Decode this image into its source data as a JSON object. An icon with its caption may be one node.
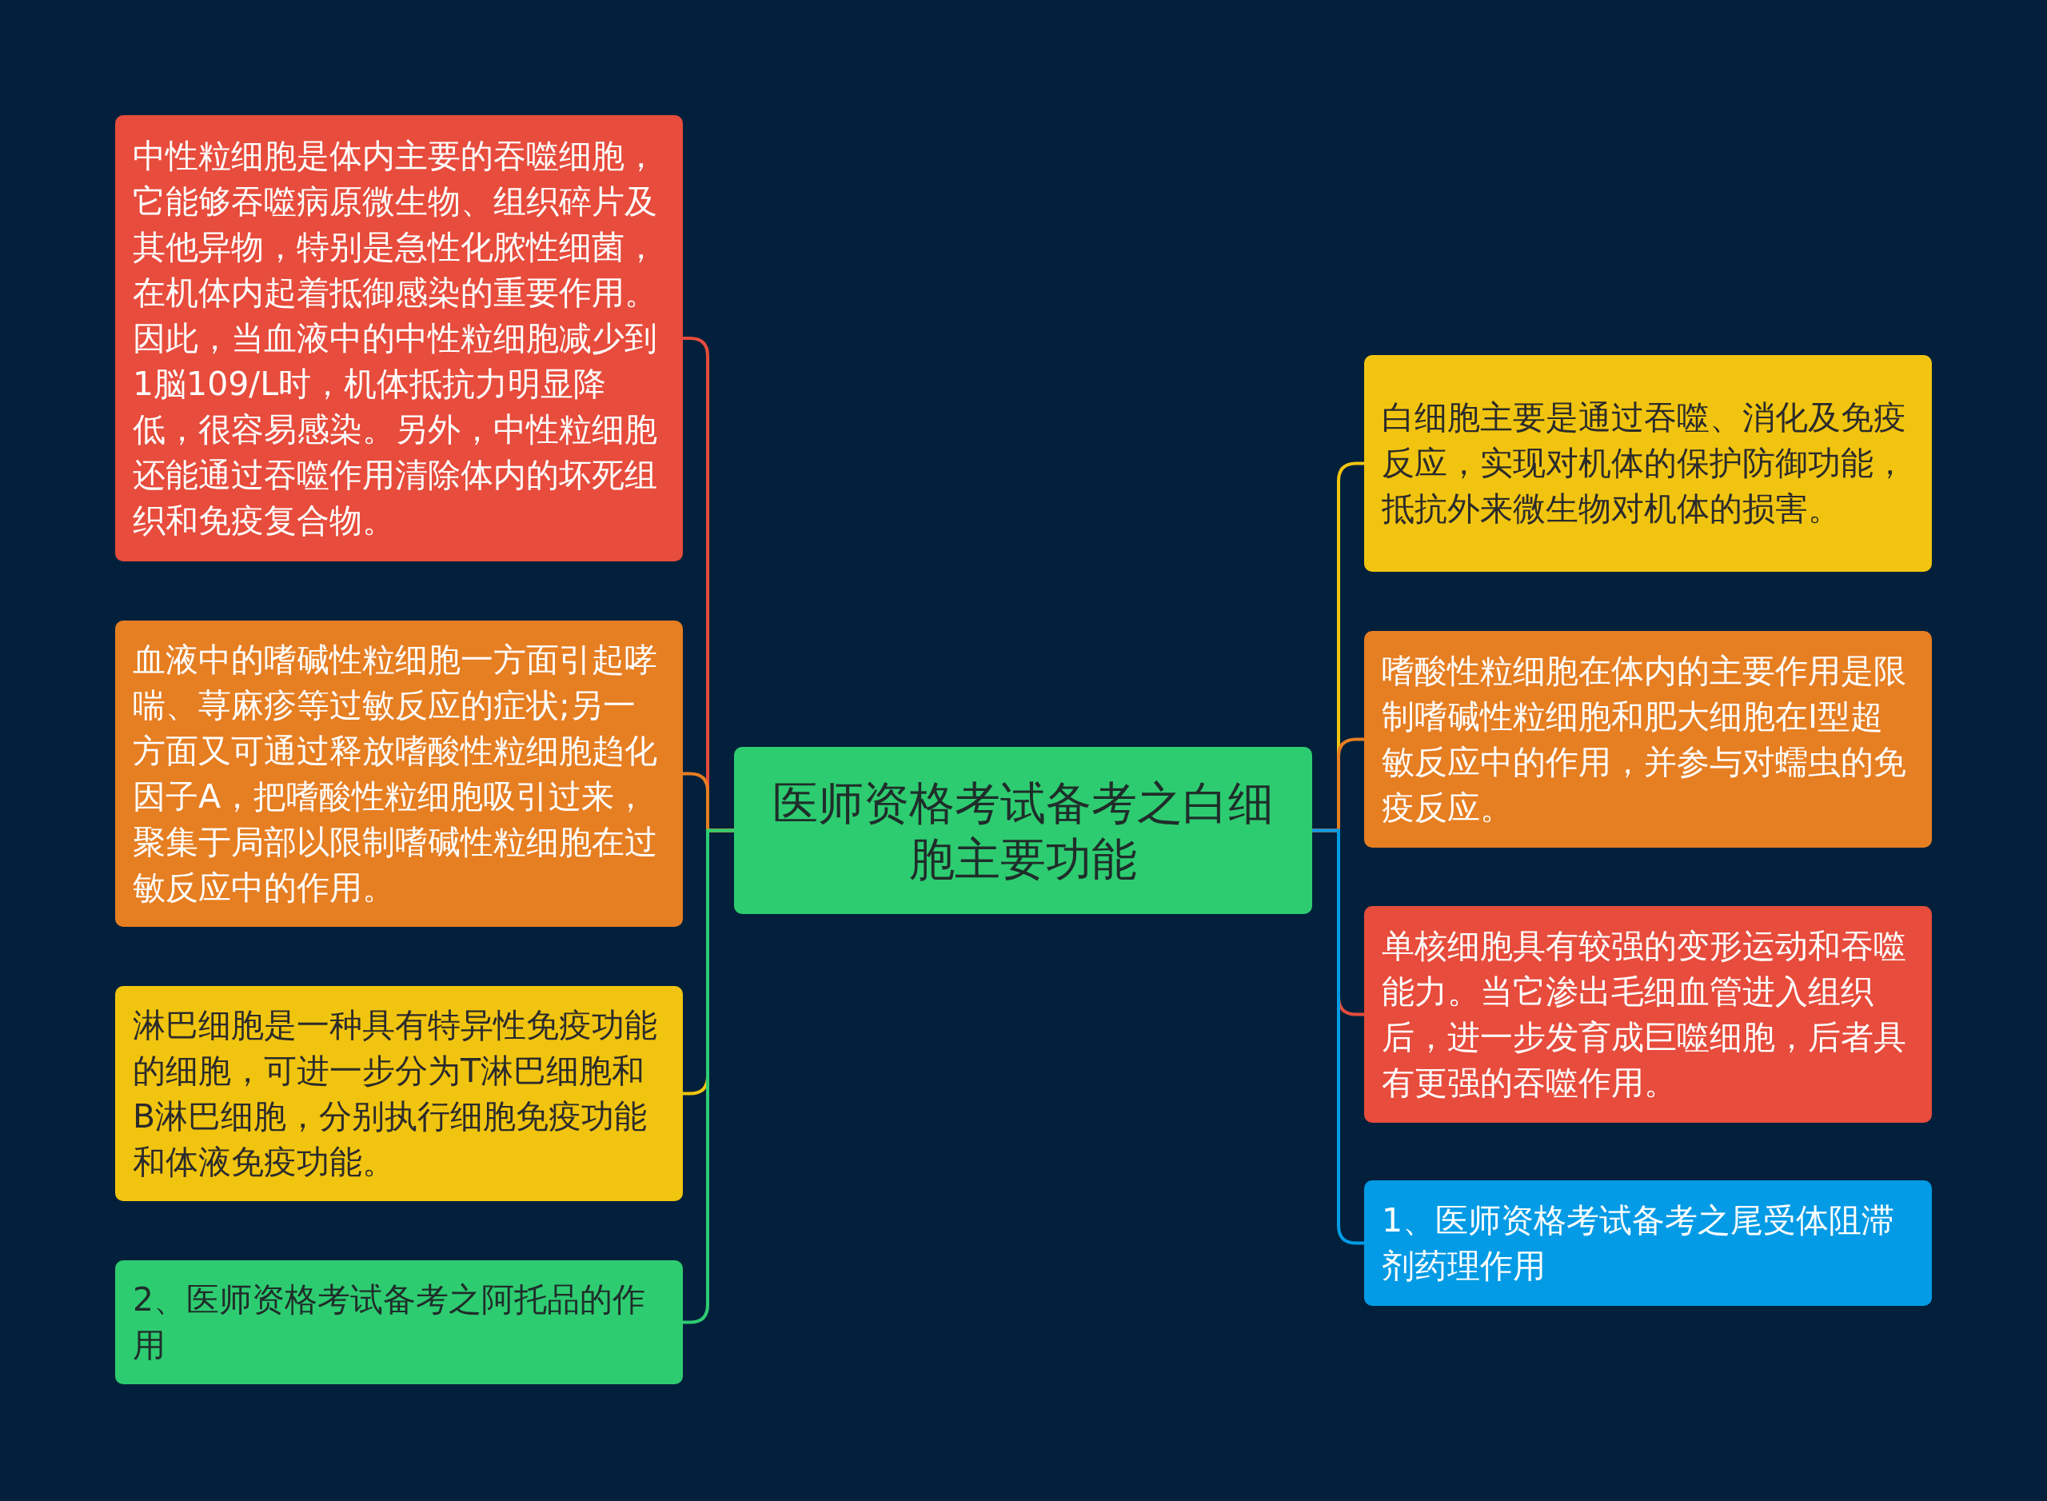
{
  "diagram": {
    "nodes": [
      {
        "text": [
          "医师资格考试备考之白细胞主要功能"
        ]
      },
      {
        "text": [
          "中性粒细胞是体内主要的吞噬细胞，它能够吞噬病原微生物、组织碎片及其他异物，特别是急性化脓性细菌，在机体内起着抵御感染的重要作用。因此，当血液中的中性粒细胞减少到1脳109/L时，机体抵抗力明显降低，很容易感染。另外，中性粒细胞还能通过吞噬作用清除体内的坏死组织和免疫复合物。"
        ]
      },
      {
        "text": [
          "血液中的嗜碱性粒细胞一方面引起哮喘、荨麻疹等过敏反应的症状;另一方面又可通过释放嗜酸性粒细胞趋化因子A，把嗜酸性粒细胞吸引过来，聚集于局部以限制嗜碱性粒细胞在过敏反应中的作用。"
        ]
      },
      {
        "text": [
          "淋巴细胞是一种具有特异性免疫功能的细胞，可进一步分为T淋巴细胞和B淋巴细胞，分别执行细胞免疫功能和体液免疫功能。"
        ]
      },
      {
        "text": [
          "2、医师资格考试备考之阿托品的作用"
        ]
      },
      {
        "text": [
          "白细胞主要是通过吞噬、消化及免疫反应，实现对机体的保护防御功能，抵抗外来微生物对机体的损害。"
        ]
      },
      {
        "text": [
          "嗜酸性粒细胞在体内的主要作用是限制嗜碱性粒细胞和肥大细胞在Ⅰ型超敏反应中的作用，并参与对蠕虫的免疫反应。"
        ]
      },
      {
        "text": [
          "单核细胞具有较强的变形运动和吞噬能力。当它渗出毛细血管进入组织后，进一步发育成巨噬细胞，后者具有更强的吞噬作用。"
        ]
      },
      {
        "text": [
          "1、医师资格考试备考之尾受体阻滞剂药理作用"
        ]
      }
    ],
    "edges": [
      {
        "from": 0,
        "to": 1,
        "arrow": "none",
        "color": "#e74c3c"
      },
      {
        "from": 0,
        "to": 2,
        "arrow": "none",
        "color": "#e67e22"
      },
      {
        "from": 0,
        "to": 3,
        "arrow": "none",
        "color": "#f1c40f"
      },
      {
        "from": 0,
        "to": 4,
        "arrow": "none",
        "color": "#2ecc71"
      },
      {
        "from": 0,
        "to": 5,
        "arrow": "none",
        "color": "#f1c40f"
      },
      {
        "from": 0,
        "to": 6,
        "arrow": "none",
        "color": "#e67e22"
      },
      {
        "from": 0,
        "to": 7,
        "arrow": "none",
        "color": "#e74c3c"
      },
      {
        "from": 0,
        "to": 8,
        "arrow": "none",
        "color": "#039be5"
      }
    ]
  }
}
